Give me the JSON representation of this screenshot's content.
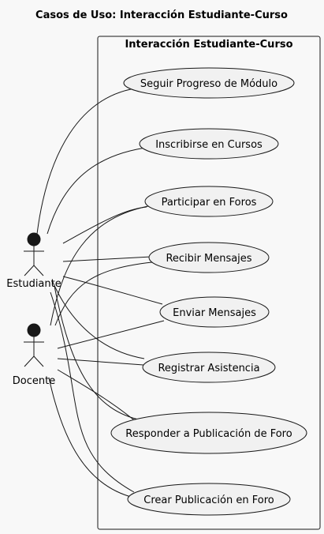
{
  "title": "Casos de Uso: Interacción Estudiante-Curso",
  "boundary": {
    "label": "Interacción Estudiante-Curso"
  },
  "actors": [
    {
      "id": "estudiante",
      "label": "Estudiante"
    },
    {
      "id": "docente",
      "label": "Docente"
    }
  ],
  "use_cases": [
    {
      "id": "uc1",
      "label": "Seguir Progreso de Módulo"
    },
    {
      "id": "uc2",
      "label": "Inscribirse en Cursos"
    },
    {
      "id": "uc3",
      "label": "Participar en Foros"
    },
    {
      "id": "uc4",
      "label": "Recibir Mensajes"
    },
    {
      "id": "uc5",
      "label": "Enviar Mensajes"
    },
    {
      "id": "uc6",
      "label": "Registrar Asistencia"
    },
    {
      "id": "uc7",
      "label": "Responder a Publicación de Foro"
    },
    {
      "id": "uc8",
      "label": "Crear Publicación en Foro"
    }
  ],
  "associations": [
    [
      "estudiante",
      "uc1"
    ],
    [
      "estudiante",
      "uc2"
    ],
    [
      "estudiante",
      "uc3"
    ],
    [
      "estudiante",
      "uc4"
    ],
    [
      "estudiante",
      "uc5"
    ],
    [
      "estudiante",
      "uc6"
    ],
    [
      "estudiante",
      "uc7"
    ],
    [
      "estudiante",
      "uc8"
    ],
    [
      "docente",
      "uc3"
    ],
    [
      "docente",
      "uc4"
    ],
    [
      "docente",
      "uc5"
    ],
    [
      "docente",
      "uc6"
    ],
    [
      "docente",
      "uc7"
    ],
    [
      "docente",
      "uc8"
    ]
  ],
  "colors": {
    "background": "#f8f8f8",
    "usecase_fill": "#f1f1f1",
    "stroke": "#181818",
    "actor_head": "#181818"
  }
}
